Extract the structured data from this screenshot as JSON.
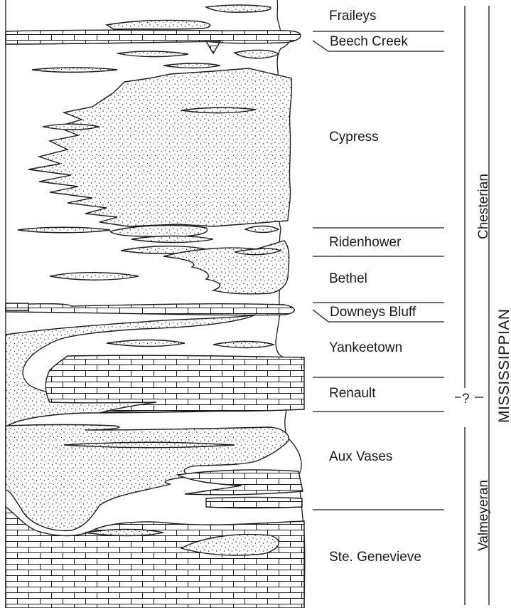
{
  "formations": [
    {
      "name": "Fraileys"
    },
    {
      "name": "Beech Creek"
    },
    {
      "name": "Cypress"
    },
    {
      "name": "Ridenhower"
    },
    {
      "name": "Bethel"
    },
    {
      "name": "Downeys Bluff"
    },
    {
      "name": "Yankeetown"
    },
    {
      "name": "Renault"
    },
    {
      "name": "Aux Vases"
    },
    {
      "name": "Ste. Genevieve"
    }
  ],
  "series": [
    {
      "name": "Chesterian"
    },
    {
      "name": "Valmeyeran"
    }
  ],
  "boundary_marker": "?",
  "system": "MISSISSIPPIAN",
  "lithology_patterns": [
    "sandstone-stipple",
    "limestone-brick",
    "shale-blank"
  ]
}
